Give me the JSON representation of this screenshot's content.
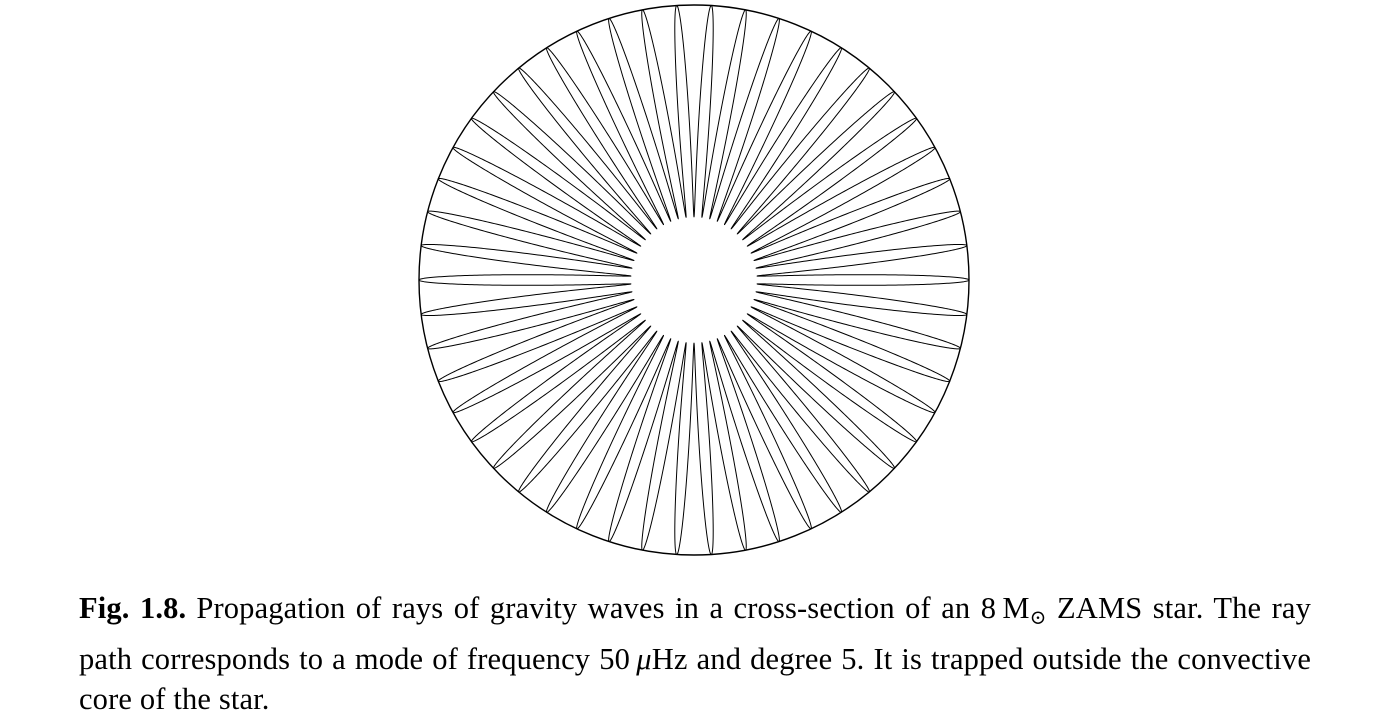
{
  "figure": {
    "name": "gravity-wave-ray-diagram",
    "ray_model": {
      "outer_radius_fraction": 1.0,
      "inner_turning_radius_fraction": 0.23,
      "loop_count": 50
    }
  },
  "caption": {
    "label": "Fig. 1.8.",
    "text_part1": "Propagation of rays of gravity waves in a cross-section of an 8",
    "mass_symbol": "M",
    "sun_symbol": "⊙",
    "text_part2": " ZAMS star. The ray path corresponds to a mode of frequency 50",
    "mu_symbol": "μ",
    "text_part3": "Hz and degree 5. It is trapped outside the convective core of the star."
  }
}
